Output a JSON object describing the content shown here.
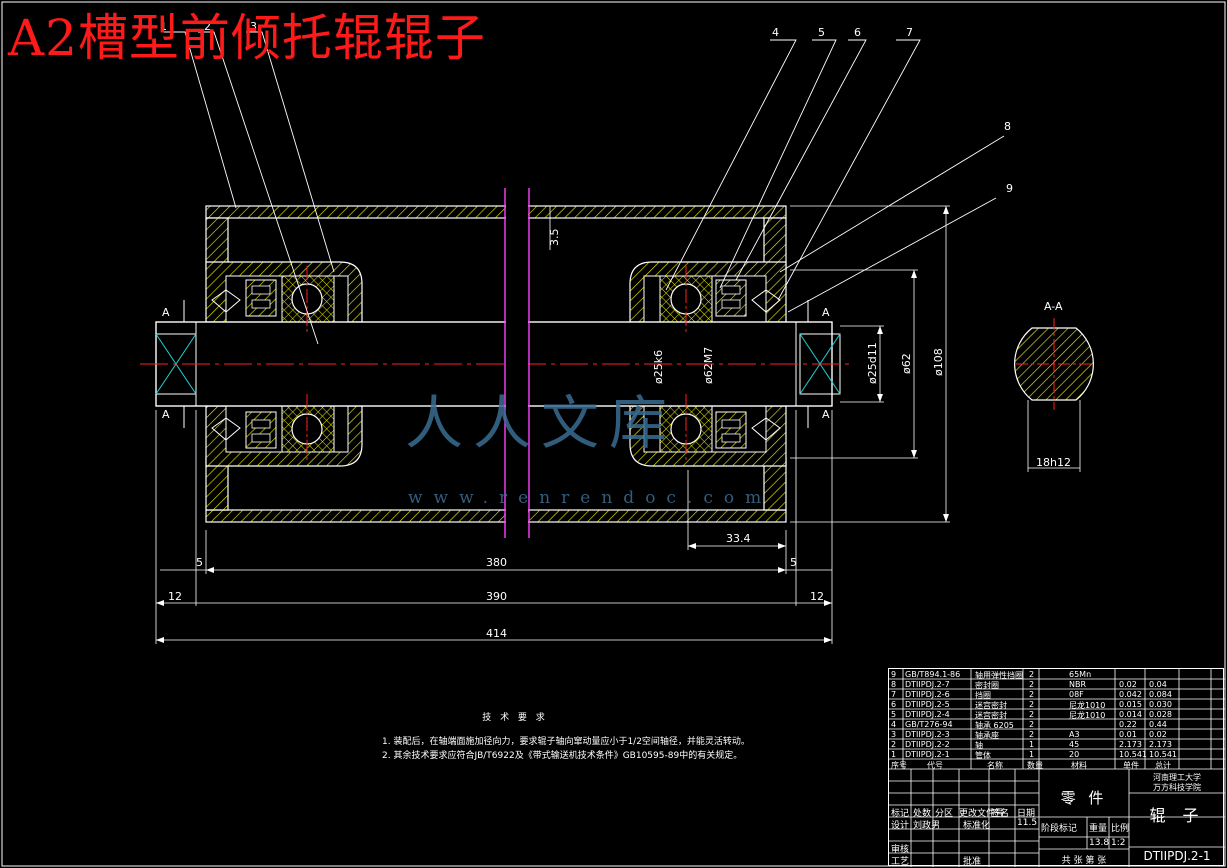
{
  "title": "A2槽型前倾托辊辊子",
  "balloons": [
    "1",
    "2",
    "3",
    "4",
    "5",
    "6",
    "7",
    "8",
    "9"
  ],
  "section_marks": {
    "left_a": "A",
    "right_a": "A",
    "section_label": "A-A"
  },
  "dimensions": {
    "d380": "380",
    "d390": "390",
    "d414": "414",
    "d5l": "5",
    "d5r": "5",
    "d12l": "12",
    "d12r": "12",
    "d334": "33.4",
    "d35": "3.5",
    "phi25k6": "ø25k6",
    "phi62m7": "ø62M7",
    "phi25d11": "ø25d11",
    "phi62": "ø62",
    "phi108": "ø108",
    "h18": "18h12"
  },
  "watermark": {
    "text": "人人文库",
    "url": "www.renrendoc.com"
  },
  "tech_notes": {
    "title": "技 术 要 求",
    "line1": "1. 装配后，在轴端面施加径向力，要求辊子轴向窜动量应小于1/2空间轴径，并能灵活转动。",
    "line2": "2. 其余技术要求应符合JB/T6922及《带式输送机技术条件》GB10595-89中的有关规定。"
  },
  "parts": [
    {
      "no": "9",
      "code": "GB/T894.1-86",
      "name": "轴用弹性挡圈",
      "qty": "2",
      "mat": "65Mn",
      "w1": "",
      "w2": ""
    },
    {
      "no": "8",
      "code": "DTIIPDJ.2-7",
      "name": "密封圈",
      "qty": "2",
      "mat": "NBR",
      "w1": "0.02",
      "w2": "0.04"
    },
    {
      "no": "7",
      "code": "DTIIPDJ.2-6",
      "name": "挡圈",
      "qty": "2",
      "mat": "08F",
      "w1": "0.042",
      "w2": "0.084"
    },
    {
      "no": "6",
      "code": "DTIIPDJ.2-5",
      "name": "迷宫密封",
      "qty": "2",
      "mat": "尼龙1010",
      "w1": "0.015",
      "w2": "0.030"
    },
    {
      "no": "5",
      "code": "DTIIPDJ.2-4",
      "name": "迷宫密封",
      "qty": "2",
      "mat": "尼龙1010",
      "w1": "0.014",
      "w2": "0.028"
    },
    {
      "no": "4",
      "code": "GB/T276-94",
      "name": "轴承 6205",
      "qty": "2",
      "mat": "",
      "w1": "0.22",
      "w2": "0.44"
    },
    {
      "no": "3",
      "code": "DTIIPDJ.2-3",
      "name": "轴承座",
      "qty": "2",
      "mat": "A3",
      "w1": "0.01",
      "w2": "0.02"
    },
    {
      "no": "2",
      "code": "DTIIPDJ.2-2",
      "name": "轴",
      "qty": "1",
      "mat": "45",
      "w1": "2.173",
      "w2": "2.173"
    },
    {
      "no": "1",
      "code": "DTIIPDJ.2-1",
      "name": "管体",
      "qty": "1",
      "mat": "20",
      "w1": "10.541",
      "w2": "10.541"
    }
  ],
  "title_block": {
    "headers": [
      "序号",
      "代号",
      "名称",
      "数量",
      "材料",
      "单件",
      "总计"
    ],
    "mark_row": [
      "标记",
      "处数",
      "分区",
      "更改文件号",
      "签名",
      "日期"
    ],
    "design": "设计",
    "designer": "刘政男",
    "std": "标准化",
    "review": "审核",
    "process": "工艺",
    "approve": "批准",
    "part_label": "零 件",
    "org": "河南理工大学",
    "dept": "万方科技学院",
    "name": "辊 子",
    "stage": "阶段标记",
    "weight_label": "重量",
    "scale_label": "比例",
    "weight": "13.8",
    "scale": "1:2",
    "side_val": "11.5",
    "sheets": "共 张  第 张",
    "drawing_no": "DTIIPDJ.2-1"
  }
}
